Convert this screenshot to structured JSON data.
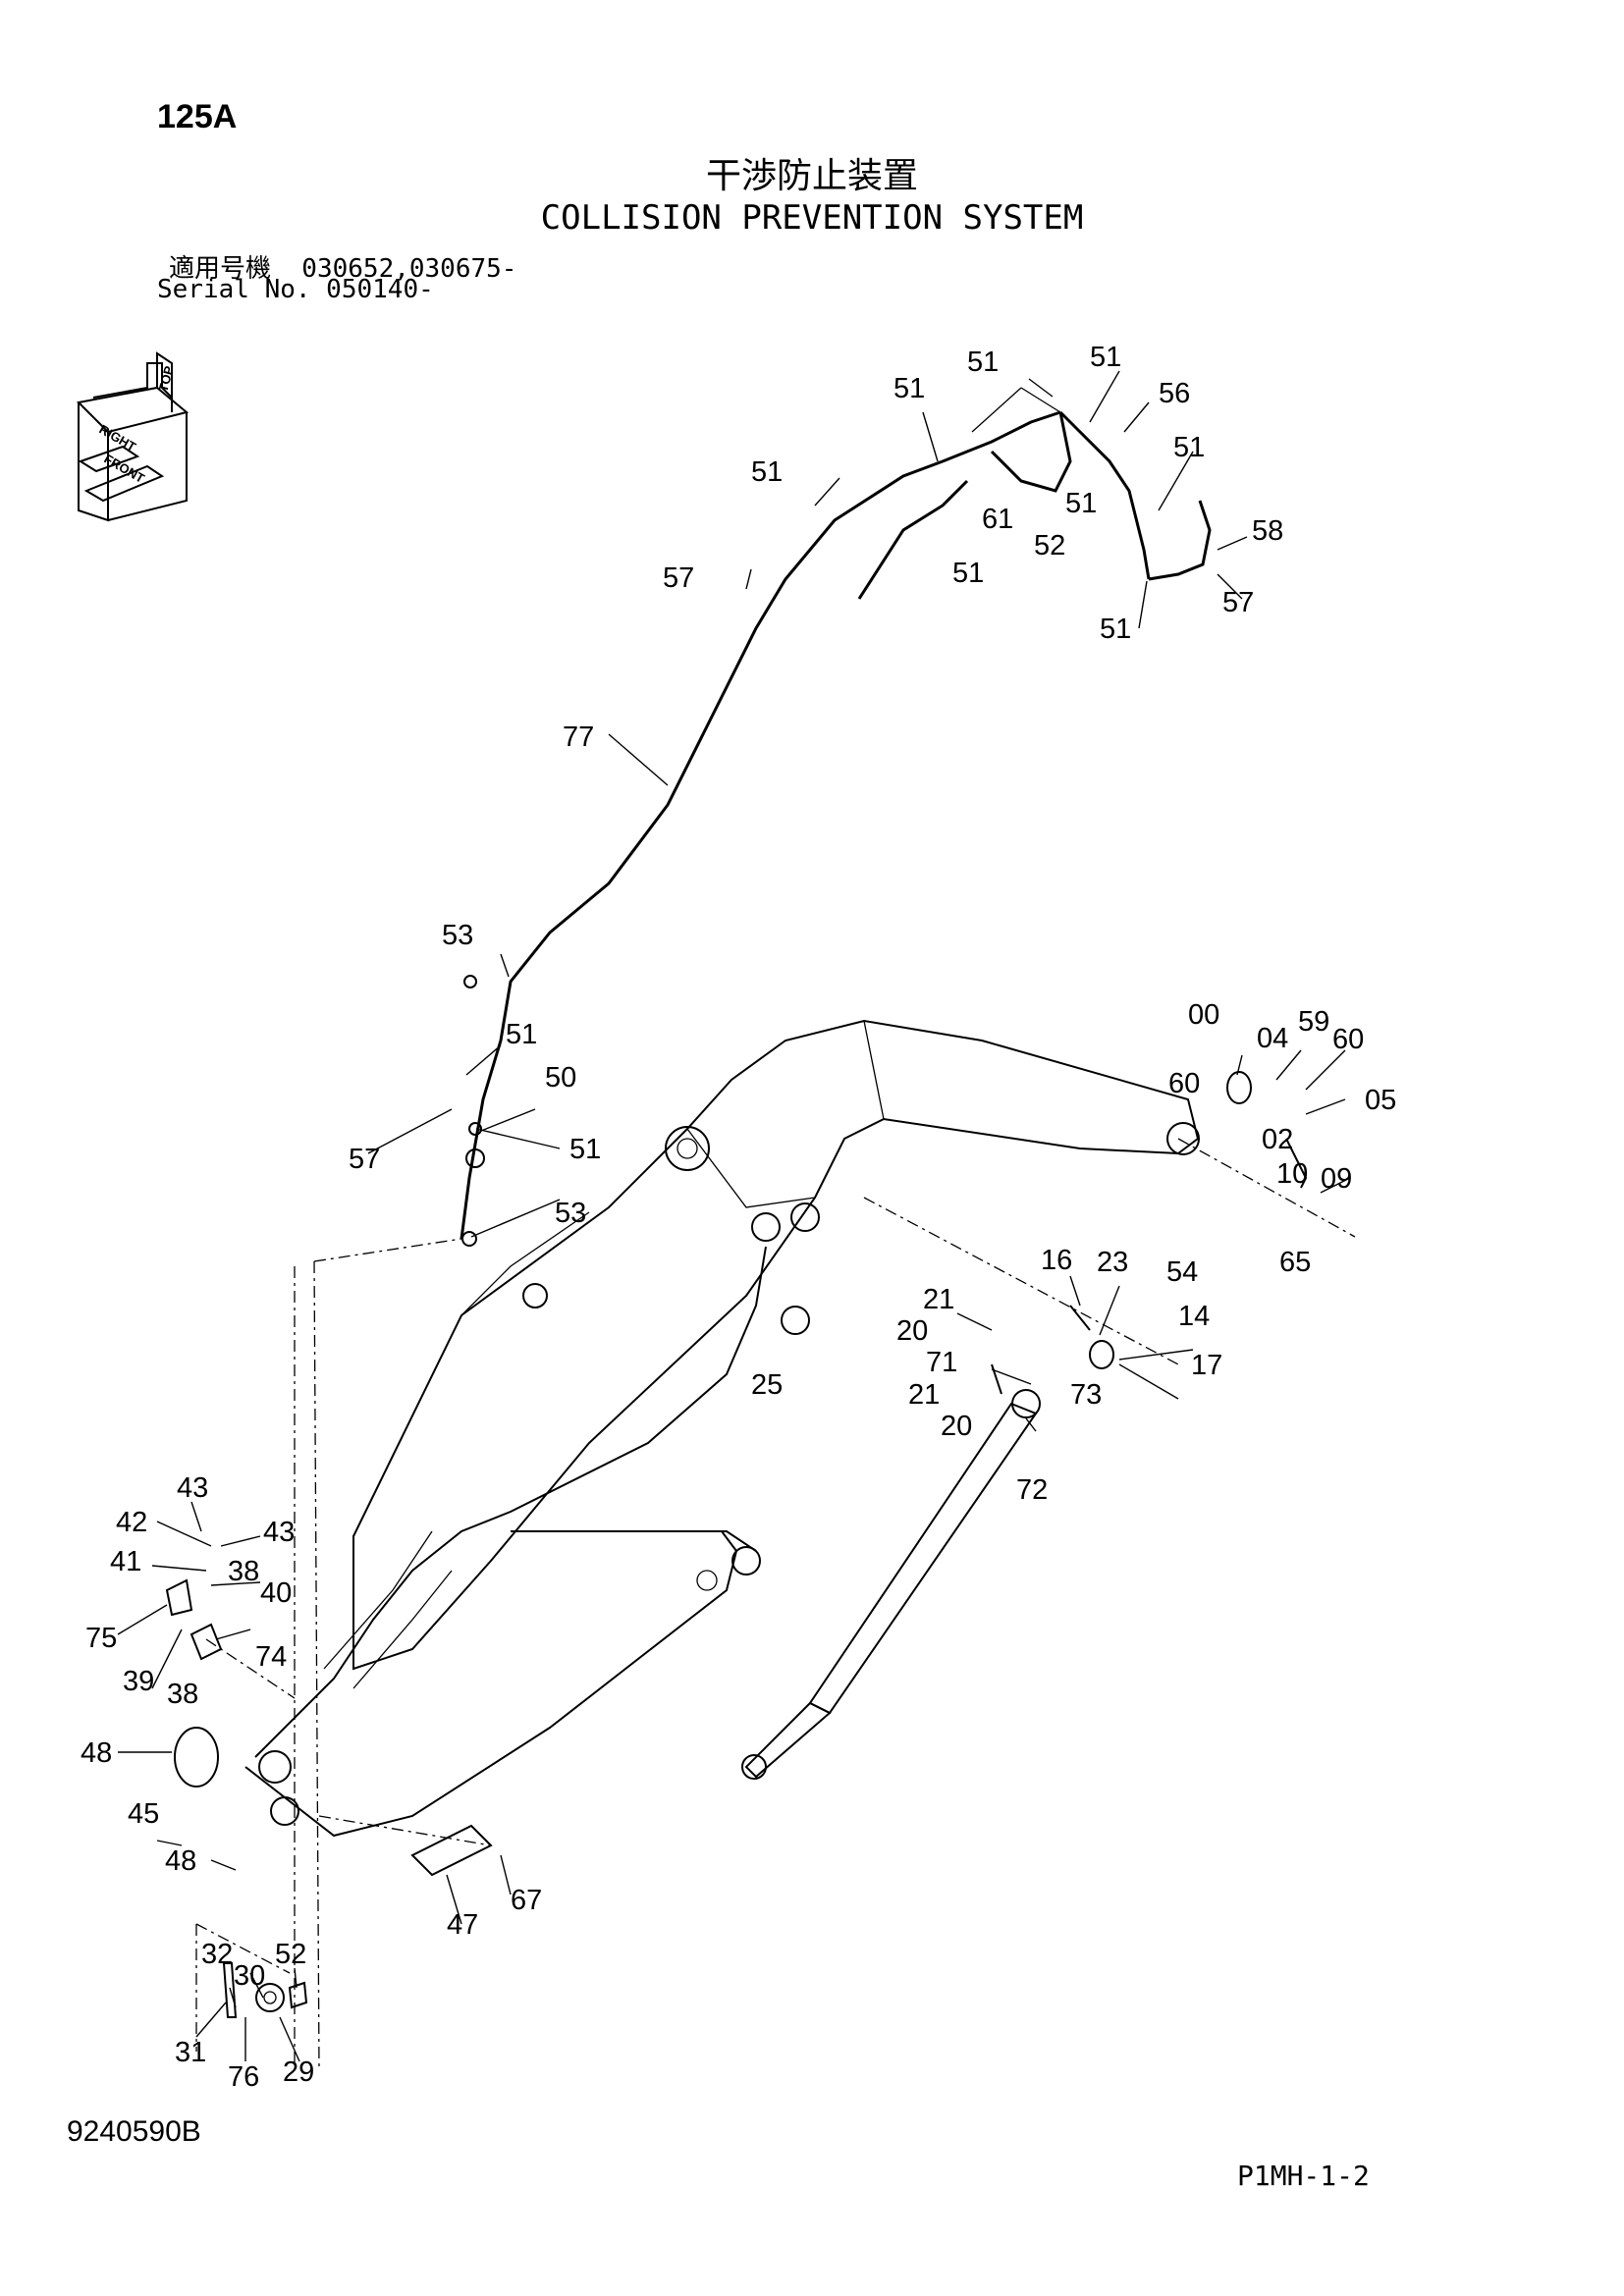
{
  "header": {
    "page_code": "125A",
    "title_jp": "干渉防止装置",
    "title_en": "COLLISION PREVENTION SYSTEM",
    "serial_line1": "適用号機  030652,030675-",
    "serial_line2": "Serial No. 050140-"
  },
  "orientation_icon": {
    "top": "TOP",
    "right": "RIGHT",
    "front": "FRONT"
  },
  "footer": {
    "drawing_no": "9240590B",
    "sheet_code": "P1MH-1-2"
  },
  "callouts": [
    "51",
    "51",
    "51",
    "56",
    "51",
    "51",
    "61",
    "51",
    "52",
    "51",
    "58",
    "57",
    "51",
    "57",
    "77",
    "53",
    "51",
    "50",
    "57",
    "51",
    "53",
    "00",
    "04",
    "59",
    "60",
    "60",
    "05",
    "02",
    "10",
    "09",
    "65",
    "16",
    "23",
    "54",
    "14",
    "17",
    "21",
    "20",
    "71",
    "21",
    "20",
    "73",
    "72",
    "25",
    "43",
    "42",
    "43",
    "41",
    "38",
    "40",
    "75",
    "74",
    "39",
    "38",
    "48",
    "45",
    "48",
    "67",
    "47",
    "32",
    "30",
    "52",
    "31",
    "76",
    "29"
  ]
}
